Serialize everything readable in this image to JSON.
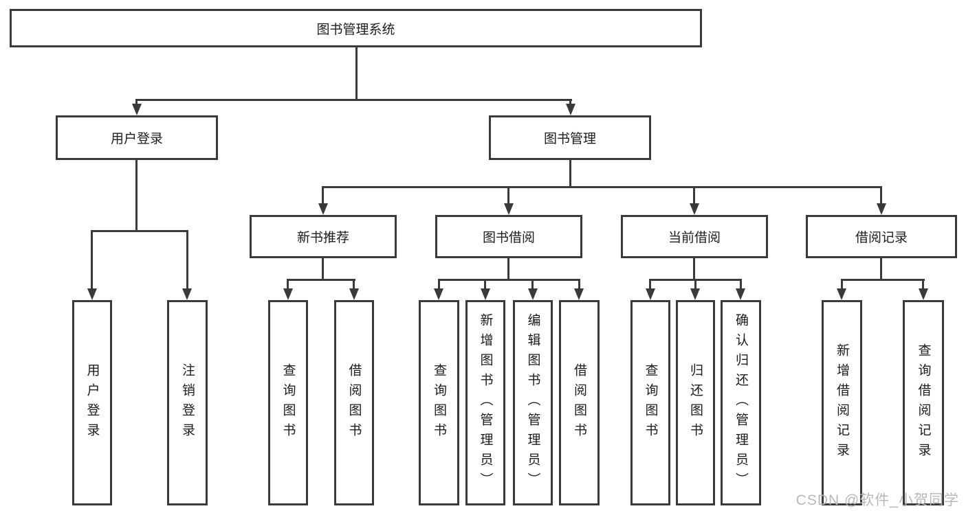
{
  "diagram_title": "图书管理系统",
  "tree": {
    "label": "图书管理系统",
    "children": [
      {
        "label": "用户登录",
        "children": [
          {
            "label": "用户登录"
          },
          {
            "label": "注销登录"
          }
        ]
      },
      {
        "label": "图书管理",
        "children": [
          {
            "label": "新书推荐",
            "children": [
              {
                "label": "查询图书"
              },
              {
                "label": "借阅图书"
              }
            ]
          },
          {
            "label": "图书借阅",
            "children": [
              {
                "label": "查询图书"
              },
              {
                "label": "新增图书（管理员）"
              },
              {
                "label": "编辑图书（管理员）"
              },
              {
                "label": "借阅图书"
              }
            ]
          },
          {
            "label": "当前借阅",
            "children": [
              {
                "label": "查询图书"
              },
              {
                "label": "归还图书"
              },
              {
                "label": "确认归还（管理员）"
              }
            ]
          },
          {
            "label": "借阅记录",
            "children": [
              {
                "label": "新增借阅记录"
              },
              {
                "label": "查询借阅记录"
              }
            ]
          }
        ]
      }
    ]
  },
  "watermark": {
    "text": "CSDN @软件_小贺同学"
  },
  "colors": {
    "line": "#3a3a3a",
    "text": "#1c1c1c",
    "background": "#ffffff",
    "watermark": "#b8b8b8"
  }
}
